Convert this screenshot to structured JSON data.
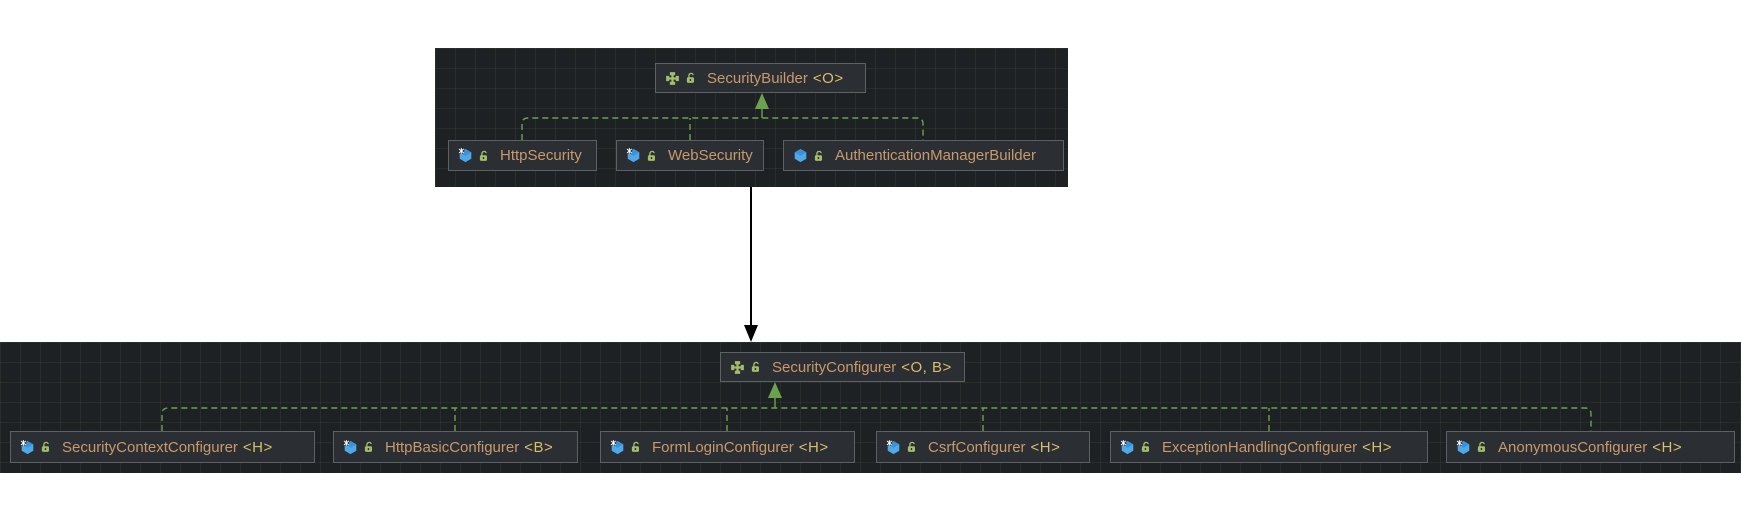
{
  "colors": {
    "page_bg": "#ffffff",
    "panel_bg": "#1e2124",
    "node_bg": "#2b2e33",
    "node_border": "#5c6166",
    "name_text": "#c89a6b",
    "generic_text": "#d9be6a",
    "relation_green": "#6ba24f",
    "icon_green": "#a3be6a",
    "icon_blue": "#4fa9e8",
    "icon_blue_dark": "#3c92d8",
    "arrow_black": "#000000"
  },
  "builders_panel": {
    "parent": {
      "label": "SecurityBuilder",
      "generic": "<O>",
      "type": "interface",
      "visibility": "public",
      "icons": [
        "interface-icon",
        "unlocked-padlock-icon"
      ]
    },
    "children": [
      {
        "label": "HttpSecurity",
        "generic": "",
        "type": "final-class",
        "icons": [
          "final-class-icon",
          "unlocked-padlock-icon"
        ]
      },
      {
        "label": "WebSecurity",
        "generic": "",
        "type": "final-class",
        "icons": [
          "final-class-icon",
          "unlocked-padlock-icon"
        ]
      },
      {
        "label": "AuthenticationManagerBuilder",
        "generic": "",
        "type": "class",
        "icons": [
          "class-icon",
          "unlocked-padlock-icon"
        ]
      }
    ],
    "relation": "implements (green dashed, hollow-up arrow)"
  },
  "configurers_panel": {
    "parent": {
      "label": "SecurityConfigurer",
      "generic": "<O, B>",
      "type": "interface",
      "visibility": "public",
      "icons": [
        "interface-icon",
        "unlocked-padlock-icon"
      ]
    },
    "children": [
      {
        "label": "SecurityContextConfigurer",
        "generic": "<H>",
        "type": "final-class",
        "icons": [
          "final-class-icon",
          "unlocked-padlock-icon"
        ]
      },
      {
        "label": "HttpBasicConfigurer",
        "generic": "<B>",
        "type": "final-class",
        "icons": [
          "final-class-icon",
          "unlocked-padlock-icon"
        ]
      },
      {
        "label": "FormLoginConfigurer",
        "generic": "<H>",
        "type": "final-class",
        "icons": [
          "final-class-icon",
          "unlocked-padlock-icon"
        ]
      },
      {
        "label": "CsrfConfigurer",
        "generic": "<H>",
        "type": "final-class",
        "icons": [
          "final-class-icon",
          "unlocked-padlock-icon"
        ]
      },
      {
        "label": "ExceptionHandlingConfigurer",
        "generic": "<H>",
        "type": "final-class",
        "icons": [
          "final-class-icon",
          "unlocked-padlock-icon"
        ]
      },
      {
        "label": "AnonymousConfigurer",
        "generic": "<H>",
        "type": "final-class",
        "icons": [
          "final-class-icon",
          "unlocked-padlock-icon"
        ]
      }
    ],
    "relation": "implements (green dashed, arrow up)"
  },
  "link": {
    "description": "black solid arrow from builders panel down to configurers panel"
  }
}
